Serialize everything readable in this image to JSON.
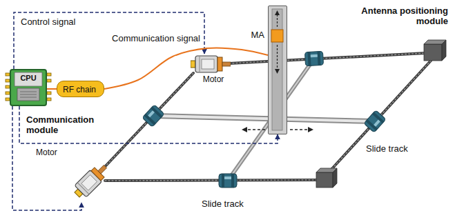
{
  "diagram": {
    "nodes": [
      {
        "text": [
          "CPU"
        ]
      },
      {
        "text": [
          "RF chain"
        ]
      },
      {
        "text": [
          "Motor"
        ]
      },
      {
        "text": [
          "MA"
        ]
      },
      {
        "text": [
          "Motor"
        ]
      }
    ],
    "edges": [
      {
        "from": 0,
        "to": 2,
        "arrow": "to"
      },
      {
        "from": 0,
        "to": 4,
        "arrow": "to"
      },
      {
        "from": 0,
        "to": 3,
        "arrow": "to"
      },
      {
        "from": 0,
        "to": 1,
        "arrow": "none"
      },
      {
        "from": 1,
        "to": 3,
        "arrow": "none"
      }
    ],
    "labels": [
      "Control signal",
      "Communication signal",
      "Communication module",
      "Antenna positioning module",
      "Slide track",
      "Slide track"
    ]
  }
}
